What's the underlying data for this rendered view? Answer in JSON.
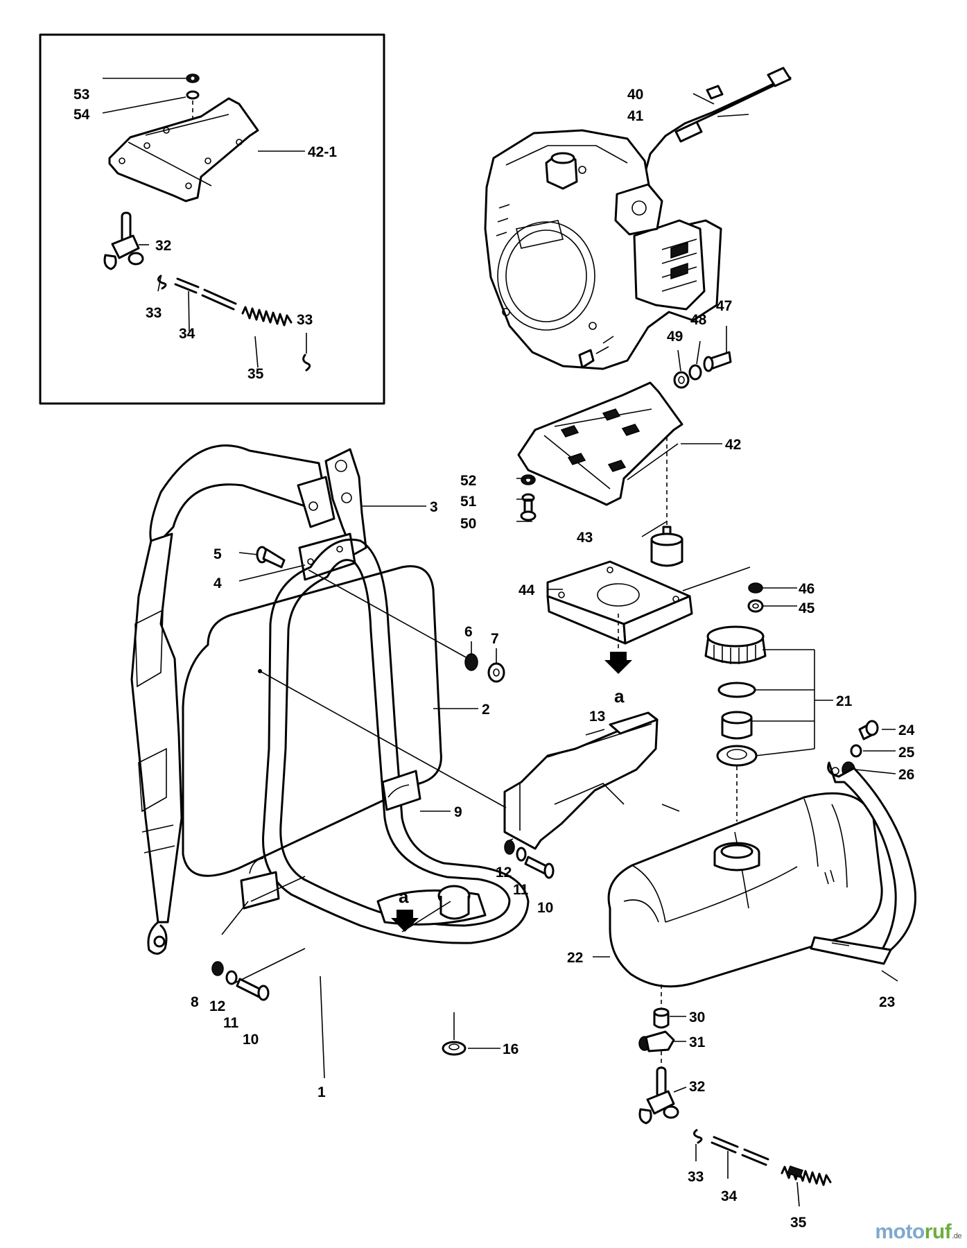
{
  "labels": {
    "inset": [
      "53",
      "54",
      "42-1",
      "32",
      "33",
      "34",
      "35",
      "33"
    ],
    "engine": [
      "40",
      "41",
      "47",
      "48",
      "49",
      "42",
      "52",
      "51",
      "50",
      "43",
      "44",
      "46",
      "45"
    ],
    "frame": [
      "3",
      "5",
      "4",
      "6",
      "7",
      "2",
      "9",
      "13",
      "a",
      "a",
      "12",
      "11",
      "10",
      "8",
      "12",
      "11",
      "10",
      "1",
      "16"
    ],
    "tank": [
      "21",
      "24",
      "25",
      "26",
      "22",
      "23",
      "30",
      "31",
      "32",
      "33",
      "34",
      "35"
    ]
  },
  "watermark": {
    "a": "moto",
    "b": "ruf",
    "tld": ".de"
  }
}
